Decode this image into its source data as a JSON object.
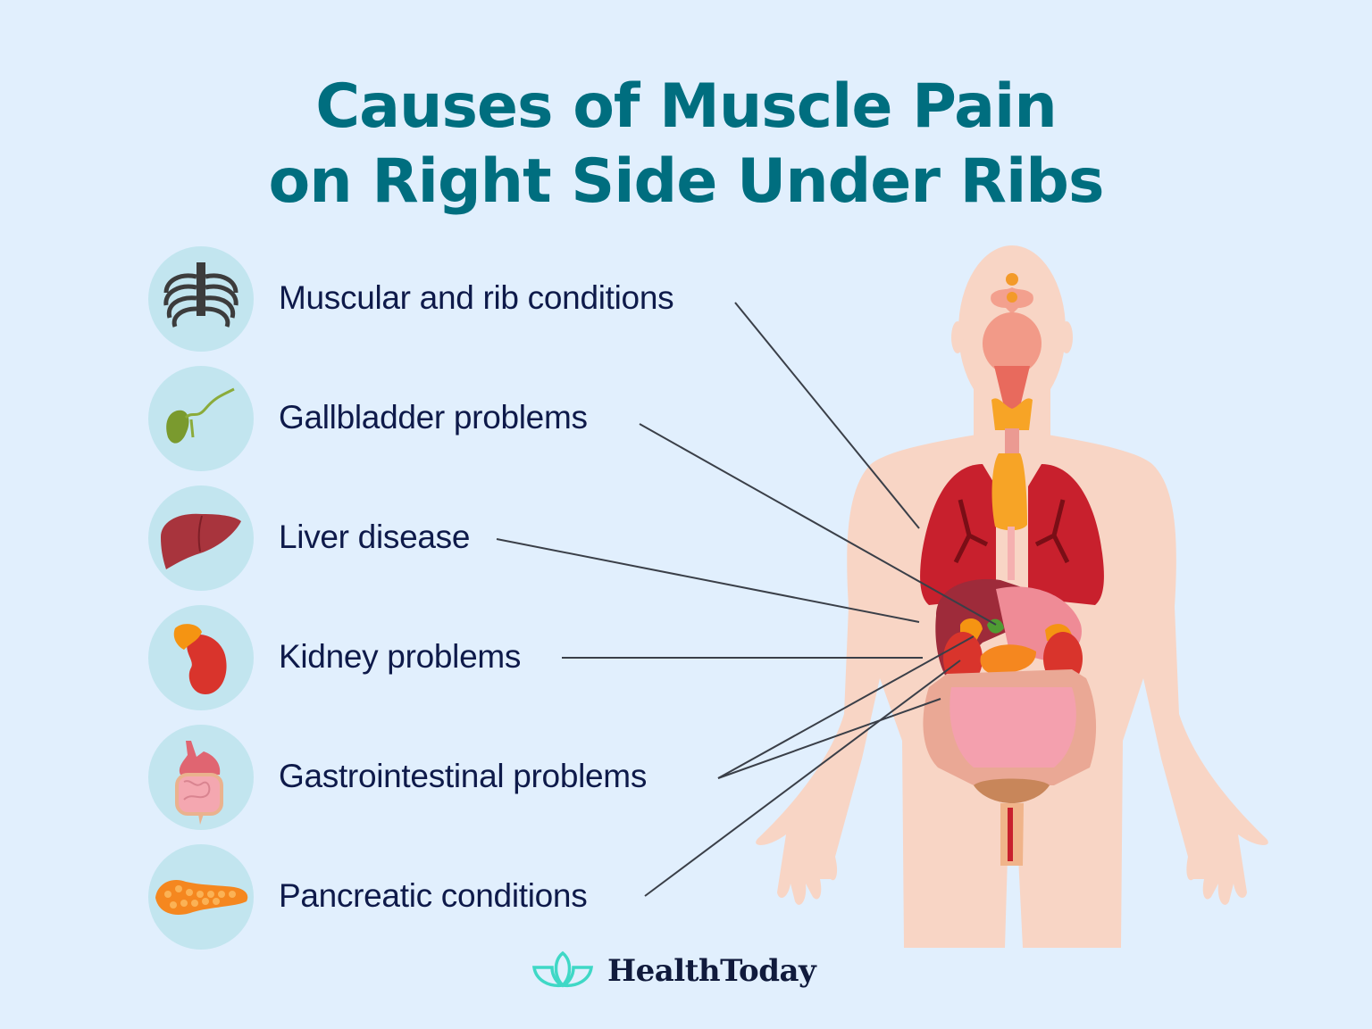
{
  "title": {
    "line1": "Causes of Muscle Pain",
    "line2": "on Right Side Under Ribs"
  },
  "causes": [
    {
      "label": "Muscular and rib conditions",
      "icon": "rib-cage-icon"
    },
    {
      "label": "Gallbladder problems",
      "icon": "gallbladder-icon"
    },
    {
      "label": "Liver disease",
      "icon": "liver-icon"
    },
    {
      "label": "Kidney problems",
      "icon": "kidney-icon"
    },
    {
      "label": "Gastrointestinal problems",
      "icon": "digestive-tract-icon"
    },
    {
      "label": "Pancreatic conditions",
      "icon": "pancreas-icon"
    }
  ],
  "figure": {
    "subject": "human-body-anatomy-illustration"
  },
  "brand": {
    "name": "HealthToday",
    "logo": "lotus-logo-icon"
  },
  "colors": {
    "background": "#e1effd",
    "title": "#006e7f",
    "label_text": "#0e1a4a",
    "icon_circle": "#c2e5ef",
    "skin": "#f8d5c5",
    "leader_line": "#3a3f48",
    "logo_accent": "#3fd8c6"
  }
}
